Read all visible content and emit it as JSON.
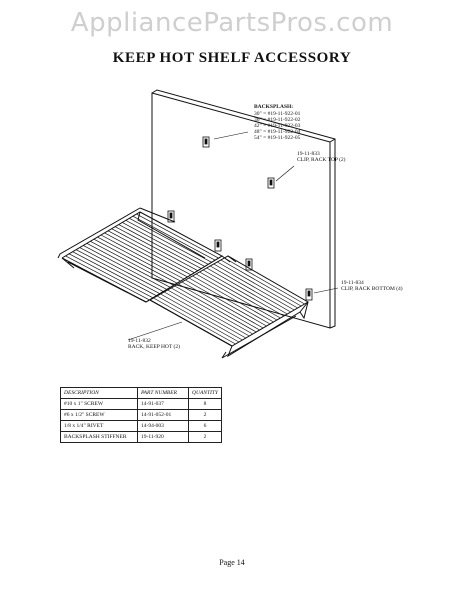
{
  "watermark": "AppliancePartsPros.com",
  "title": "KEEP HOT SHELF ACCESSORY",
  "callouts": {
    "backsplash_title": "BACKSPLASH:",
    "backsplash_lines": [
      "30\" = #19-11-922-01",
      "36\" = #19-11-922-02",
      "42\" = #19-11-922-03",
      "48\" = #19-11-922-04",
      "54\" = #19-11-922-05"
    ],
    "clip_top_number": "19-11-833",
    "clip_top_label": "CLIP, RACK TOP (2)",
    "clip_bottom_number": "19-11-834",
    "clip_bottom_label": "CLIP, RACK BOTTOM (4)",
    "rack_number": "19-11-832",
    "rack_label": "RACK, KEEP HOT (2)"
  },
  "table": {
    "headers": [
      "DESCRIPTION",
      "PART NUMBER",
      "QUANTITY"
    ],
    "rows": [
      [
        "#10 x 1\" SCREW",
        "14-91-037",
        "8"
      ],
      [
        "#6 x 1/2\" SCREW",
        "14-91-052-01",
        "2"
      ],
      [
        "1/8 x 1/4\" RIVET",
        "14-94-003",
        "6"
      ],
      [
        "BACKSPLASH STIFFNER",
        "19-11-920",
        "2"
      ]
    ]
  },
  "page": "Page 14"
}
